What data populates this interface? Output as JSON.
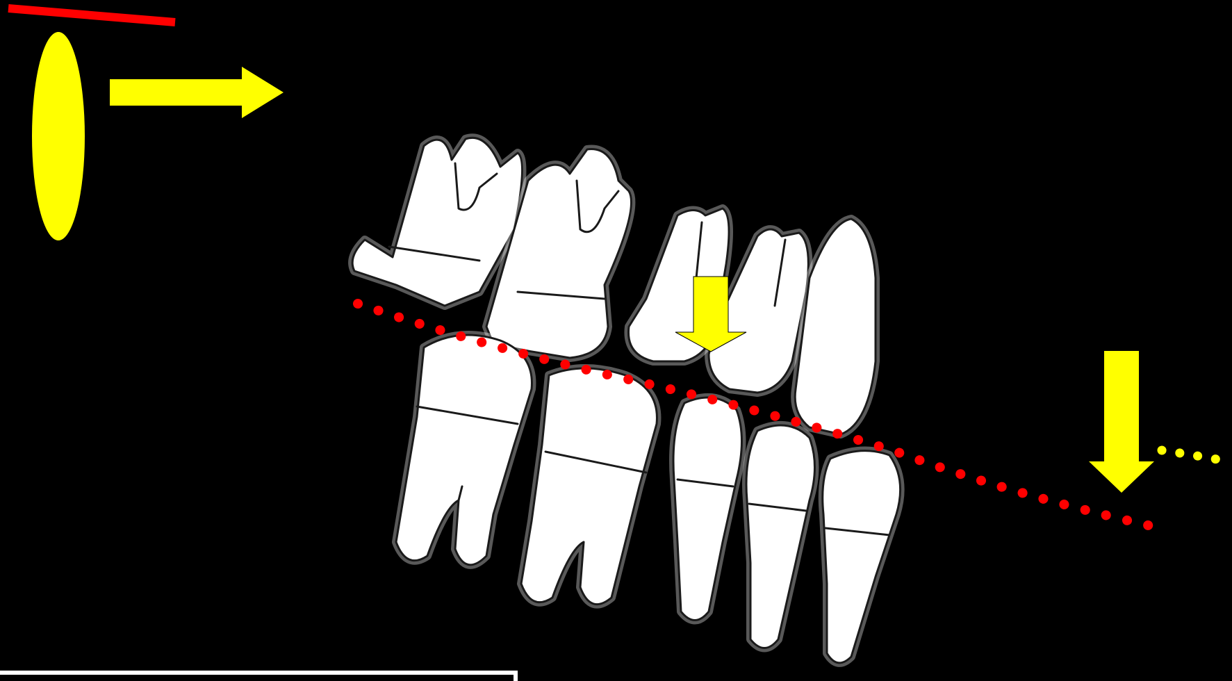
{
  "figure": {
    "background_color": "#000000",
    "tooth_fill": "#ffffff",
    "tooth_stroke": "#1a1a1a",
    "annotation_yellow": "#ffff00",
    "annotation_red": "#ff0000"
  },
  "annotations": {
    "occlusal_plane_line": "red-dotted-line",
    "continuation_line": "yellow-dotted-line",
    "direction_arrow": "yellow-right-arrow",
    "down_arrows": [
      "yellow-down-arrow",
      "yellow-down-arrow"
    ],
    "top_left_marks": [
      "red-bar",
      "yellow-ellipse"
    ],
    "bottom_left_panel": "white-bordered-box"
  }
}
